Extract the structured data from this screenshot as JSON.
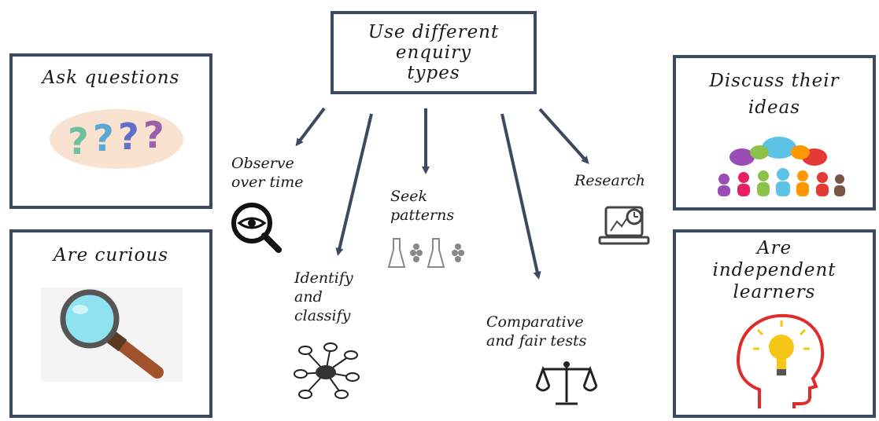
{
  "center": {
    "title": "Use different\nenquiry\ntypes"
  },
  "left_boxes": [
    {
      "label": "Ask questions",
      "icon": "question-marks-icon"
    },
    {
      "label": "Are curious",
      "icon": "magnifying-glass-icon"
    }
  ],
  "right_boxes": [
    {
      "label": "Discuss their\nideas",
      "icon": "people-discussion-icon"
    },
    {
      "label": "Are\nindependent\nlearners",
      "icon": "lightbulb-head-icon"
    }
  ],
  "enquiry_types": [
    {
      "label": "Observe\nover time",
      "icon": "eye-magnifier-icon"
    },
    {
      "label": "Identify\nand\nclassify",
      "icon": "classification-web-icon"
    },
    {
      "label": "Seek\npatterns",
      "icon": "flasks-icon"
    },
    {
      "label": "Comparative\nand fair tests",
      "icon": "balance-scale-icon"
    },
    {
      "label": "Research",
      "icon": "laptop-research-icon"
    }
  ],
  "colors": {
    "border": "#3b4a5e",
    "arrow": "#3b4a5e",
    "lightbulb": "#f5c518",
    "head_outline": "#e02b2b",
    "magnifier_lens": "#8fe3f0",
    "magnifier_handle": "#a0522d"
  }
}
